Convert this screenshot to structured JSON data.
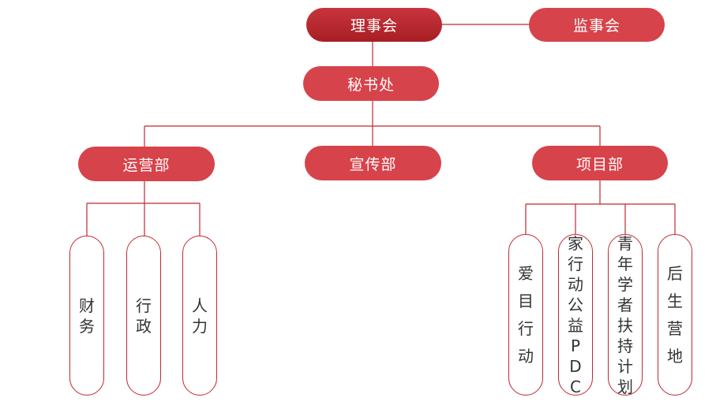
{
  "top": {
    "board": "理事会",
    "supervisory": "监事会"
  },
  "secretariat": "秘书处",
  "departments": {
    "operations": "运营部",
    "publicity": "宣传部",
    "projects": "项目部"
  },
  "operations_units": [
    "财务",
    "行政",
    "人力"
  ],
  "project_units": [
    "爱目行动",
    "家行动公益PDC",
    "青年学者扶持计划",
    "后生营地"
  ],
  "colors": {
    "primary": "#d7434a",
    "dark": "#a81e25",
    "outline": "#c0282f",
    "text": "#333333"
  }
}
